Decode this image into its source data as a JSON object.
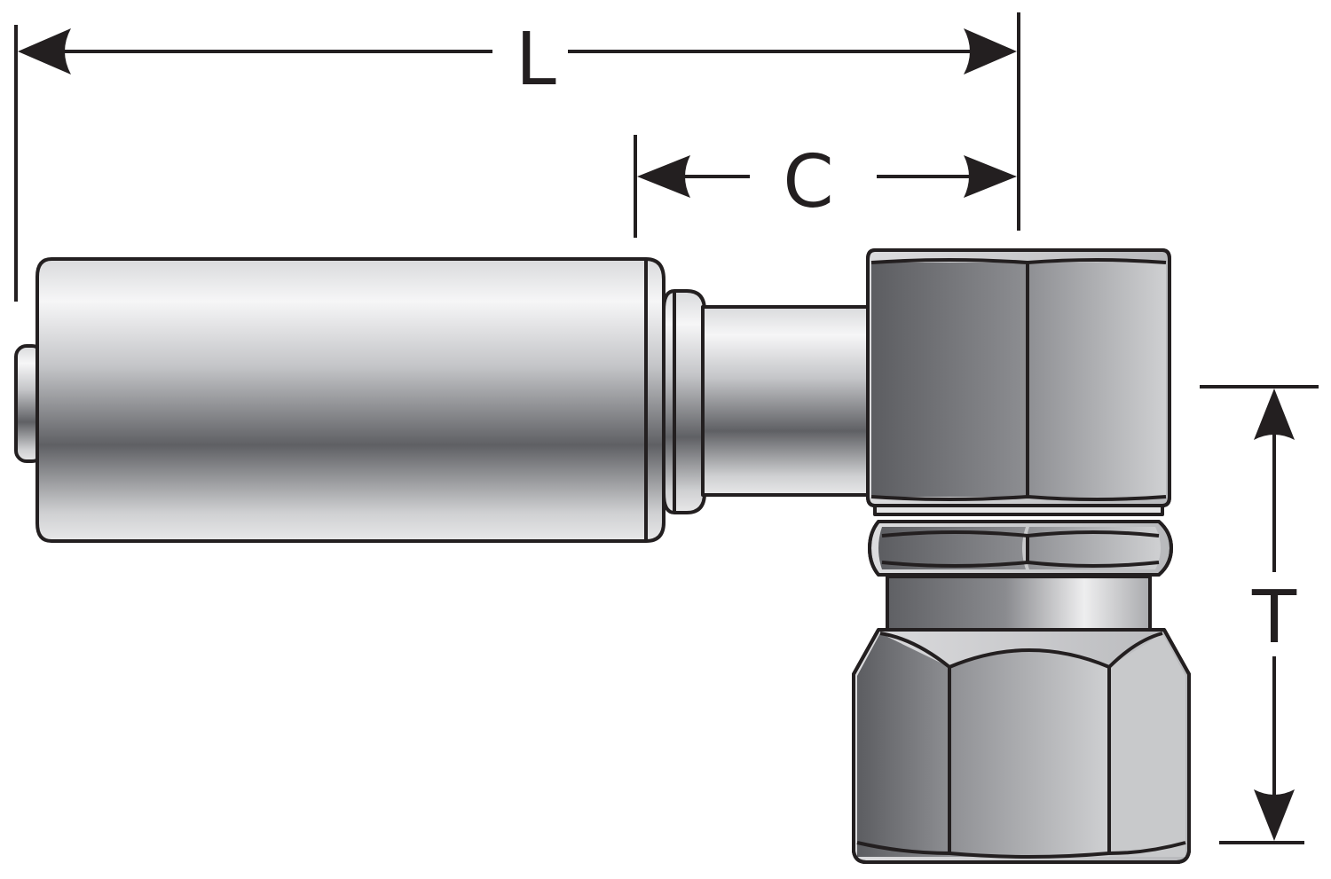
{
  "dimensions": {
    "L": "L",
    "C": "C",
    "T": "T"
  },
  "colors": {
    "outline": "#231f20",
    "metal_light": "#f4f4f5",
    "metal_mid": "#b9babd",
    "metal_dark": "#5f6064"
  }
}
